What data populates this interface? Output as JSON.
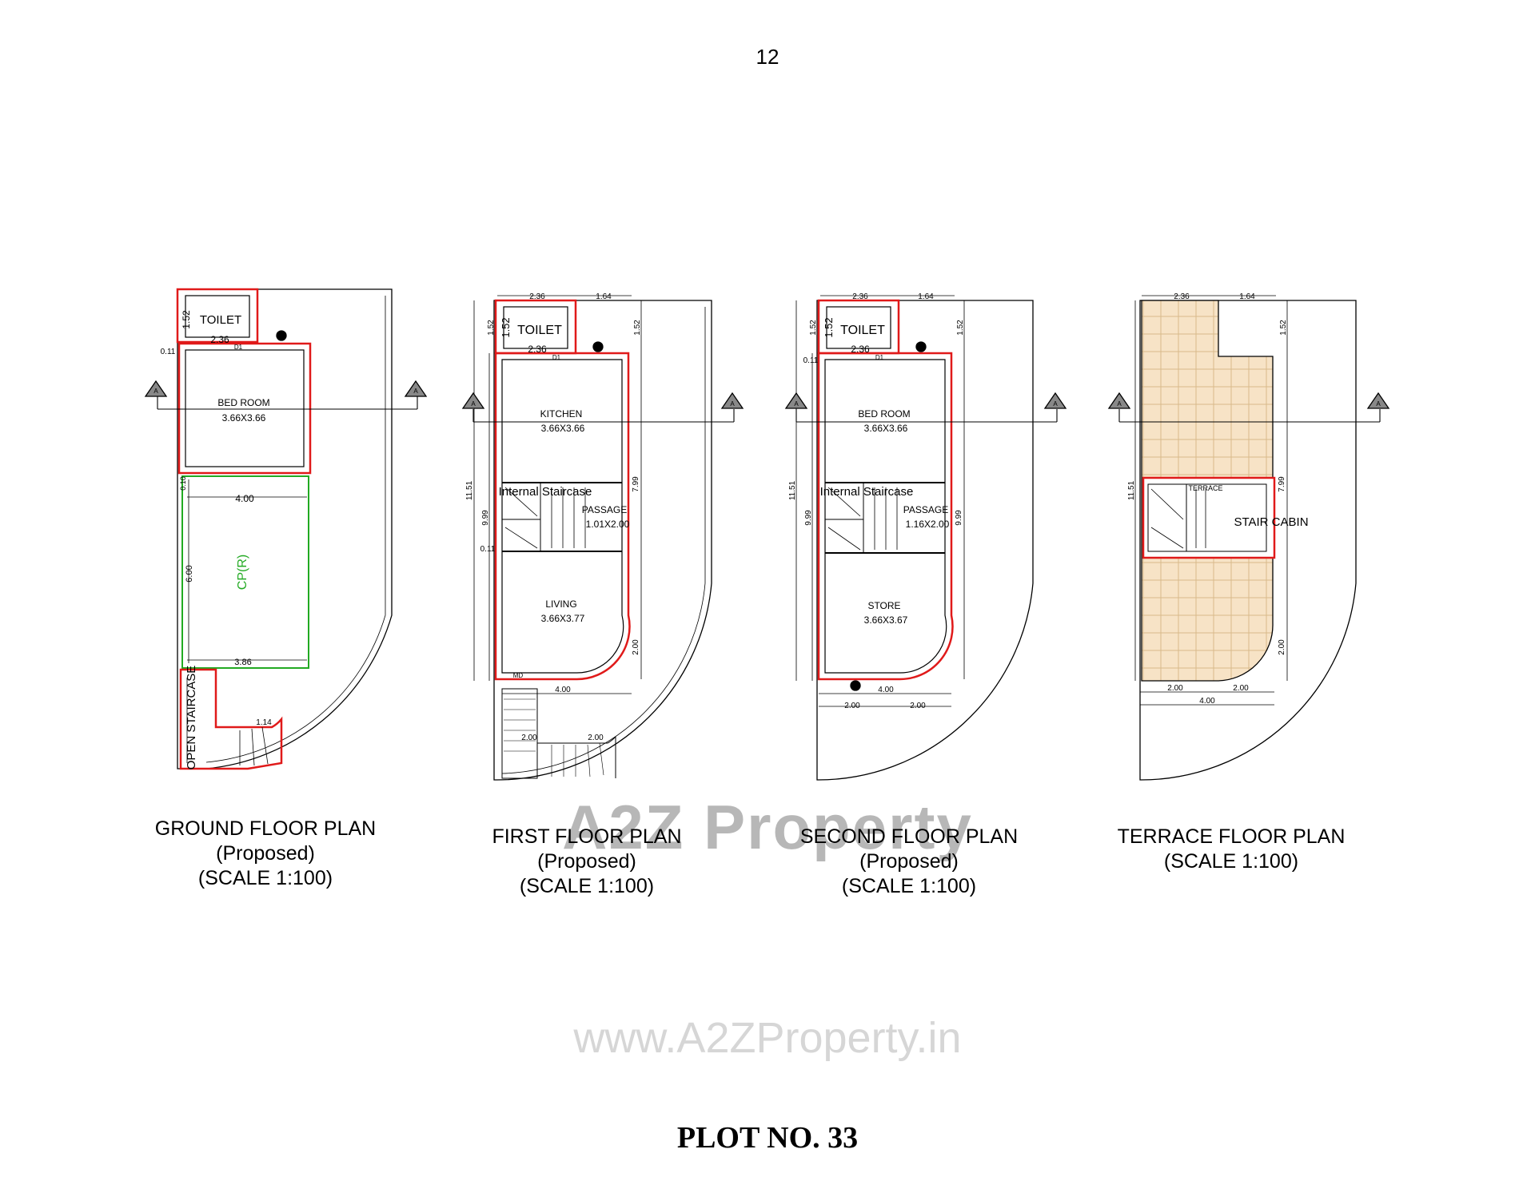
{
  "page_number": "12",
  "plot_title": "PLOT NO. 33",
  "watermark": {
    "brand": "A2Z Property",
    "url": "www.A2ZProperty.in"
  },
  "colors": {
    "wall_highlight": "#e01a1a",
    "car_parking": "#22aa22",
    "terrace_tile": "#f7e3c6",
    "line": "#000000"
  },
  "plans": [
    {
      "title": "GROUND FLOOR PLAN",
      "subtitle": "(Proposed)",
      "scale": "(SCALE 1:100)",
      "rooms": {
        "toilet": "TOILET",
        "bedroom": "BED ROOM",
        "bedroom_size": "3.66X3.66",
        "parking": "CP(R)",
        "stair": "OPEN STAIRCASE"
      },
      "dims": {
        "toilet_h": "1.52",
        "toilet_w": "2.36",
        "wall": "0.11",
        "d1": "D1",
        "parking_w": "4.00",
        "parking_h": "6.00",
        "parking_w2": "3.86",
        "wall2": "0.10",
        "stair_w": "1.14"
      },
      "section_mark": "A"
    },
    {
      "title": "FIRST FLOOR PLAN",
      "subtitle": "(Proposed)",
      "scale": "(SCALE 1:100)",
      "rooms": {
        "toilet": "TOILET",
        "kitchen": "KITCHEN",
        "kitchen_size": "3.66X3.66",
        "stair": "Internal Staircase",
        "passage": "PASSAGE",
        "passage_size": "1.01X2.00",
        "living": "LIVING",
        "living_size": "3.66X3.77"
      },
      "dims": {
        "top_a": "2.36",
        "top_b": "1.64",
        "toilet_h": "1.52",
        "toilet_w": "2.36",
        "right_h": "1.52",
        "overall_h": "11.51",
        "inner_h": "9.99",
        "right_mid": "7.99",
        "wall": "0.11",
        "right_low": "2.00",
        "bottom_w": "4.00",
        "stair_a": "2.00",
        "stair_b": "2.00",
        "d1": "D1",
        "md": "MD"
      },
      "section_mark": "A"
    },
    {
      "title": "SECOND FLOOR PLAN",
      "subtitle": "(Proposed)",
      "scale": "(SCALE 1:100)",
      "rooms": {
        "toilet": "TOILET",
        "bedroom": "BED ROOM",
        "bedroom_size": "3.66X3.66",
        "stair": "Internal Staircase",
        "passage": "PASSAGE",
        "passage_size": "1.16X2.00",
        "store": "STORE",
        "store_size": "3.66X3.67"
      },
      "dims": {
        "top_a": "2.36",
        "top_b": "1.64",
        "toilet_h": "1.52",
        "toilet_w": "2.36",
        "right_h": "1.52",
        "overall_h": "11.51",
        "inner_h": "9.99",
        "right_inner": "9.99",
        "wall": "0.11",
        "bottom_w": "4.00",
        "bottom_a": "2.00",
        "bottom_b": "2.00",
        "d1": "D1"
      },
      "section_mark": "A"
    },
    {
      "title": "TERRACE FLOOR PLAN",
      "scale": "(SCALE 1:100)",
      "rooms": {
        "terrace": "TERRACE",
        "stair_cabin": "STAIR CABIN"
      },
      "dims": {
        "top_a": "2.36",
        "top_b": "1.64",
        "right_h": "1.52",
        "overall_h": "11.51",
        "right_mid": "7.99",
        "right_low": "2.00",
        "bottom_a": "2.00",
        "bottom_b": "2.00",
        "bottom_w": "4.00"
      },
      "section_mark": "A"
    }
  ]
}
